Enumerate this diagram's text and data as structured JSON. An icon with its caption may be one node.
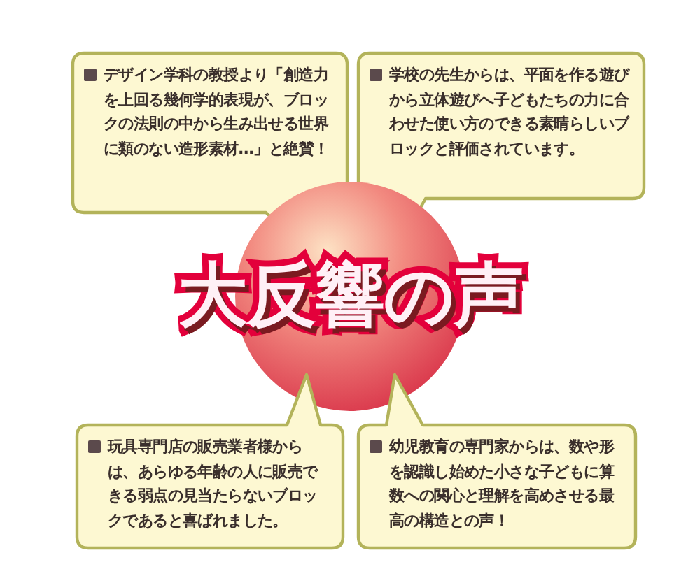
{
  "diagram": {
    "title": "大反響の声",
    "nodes": [
      {
        "text": [
          "デザイン学科の教授より「創造力を上回る幾何学的表現が、ブロックの法則の中から生み出せる世界に類のない造形素材…」と絶賛！"
        ]
      },
      {
        "text": [
          "学校の先生からは、平面を作る遊びから立体遊びへ子どもたちの力に合わせた使い方のできる素晴らしいブロックと評価されています。"
        ]
      },
      {
        "text": [],
        "shape": "circle"
      },
      {
        "text": [
          "玩具専門店の販売業者様からは、あらゆる年齢の人に販売できる弱点の見当たらないブロックであると喜ばれました。"
        ]
      },
      {
        "text": [
          "幼児教育の専門家からは、数や形を認識し始めた小さな子どもに算数への関心と理解を高めさせる最高の構造との声！"
        ]
      }
    ]
  }
}
